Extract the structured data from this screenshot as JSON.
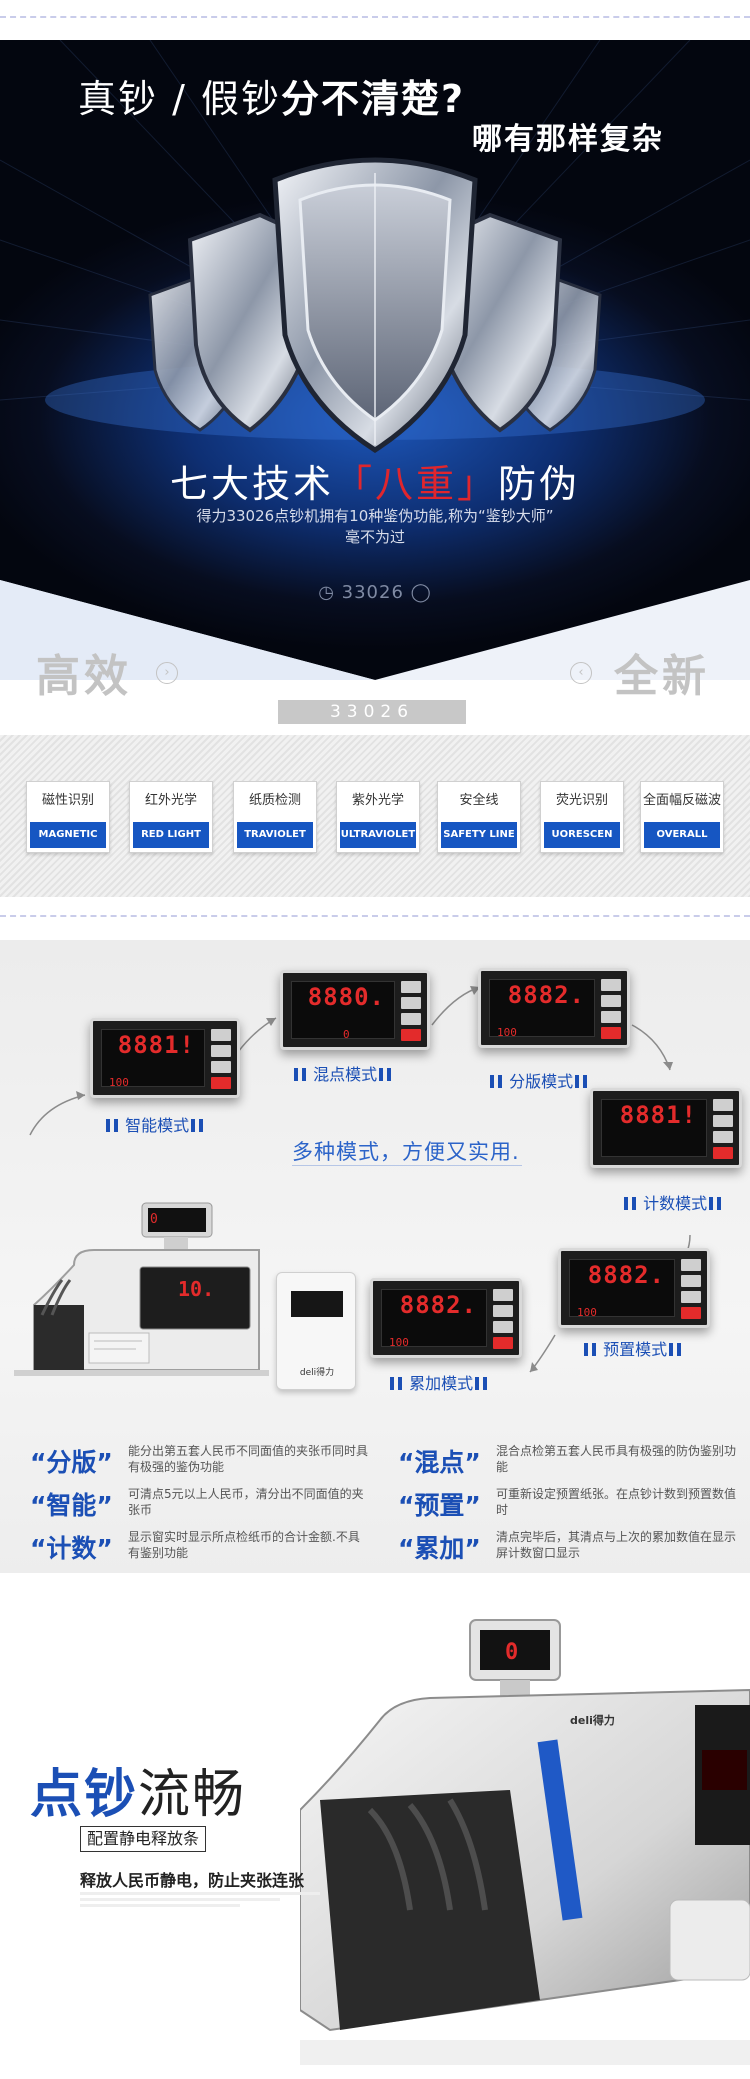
{
  "hero": {
    "title_part1": "真钞 / 假钞",
    "title_part2": "分不清楚?",
    "subtitle": "哪有那样复杂",
    "headline_pre": "七大技术",
    "headline_red": "「八重」",
    "headline_post": "防伪",
    "desc_line1": "得力33026点钞机拥有10种鉴伪功能,称为“鉴钞大师”",
    "desc_line2": "毫不为过",
    "model": "33026",
    "left_word": "高效",
    "right_word": "全新",
    "model_bar": "33026"
  },
  "features": [
    {
      "cn": "磁性识别",
      "en": "MAGNETIC"
    },
    {
      "cn": "红外光学",
      "en": "RED LIGHT"
    },
    {
      "cn": "纸质检测",
      "en": "TRAVIOLET"
    },
    {
      "cn": "紫外光学",
      "en": "ULTRAVIOLET"
    },
    {
      "cn": "安全线",
      "en": "SAFETY LINE"
    },
    {
      "cn": "荧光识别",
      "en": "UORESCEN"
    },
    {
      "cn": "全面幅反磁波",
      "en": "OVERALL"
    }
  ],
  "modes": {
    "tagline": "多种模式，方便又实用.",
    "labels": {
      "smart": "智能模式",
      "mix": "混点模式",
      "split": "分版模式",
      "count": "计数模式",
      "preset": "预置模式",
      "add": "累加模式"
    },
    "screens": {
      "smart": {
        "digits": "8881!",
        "small": "100"
      },
      "mix": {
        "digits": "8880.",
        "small": "0"
      },
      "split": {
        "digits": "8882.",
        "small": "100"
      },
      "count": {
        "digits": "8881!",
        "small": ""
      },
      "preset": {
        "digits": "8882.",
        "small": "100"
      },
      "add": {
        "digits": "8882.",
        "small": "100"
      },
      "machine": {
        "digits": "10.",
        "small": ""
      }
    },
    "brand": "deli得力",
    "descriptions": [
      {
        "key": "“分版”",
        "text": "能分出第五套人民币不同面值的夹张币同时具有极强的鉴伪功能"
      },
      {
        "key": "“混点”",
        "text": "混合点检第五套人民币具有极强的防伪鉴别功能"
      },
      {
        "key": "“智能”",
        "text": "可清点5元以上人民币，清分出不同面值的夹张币"
      },
      {
        "key": "“预置”",
        "text": "可重新设定预置纸张。在点钞计数到预置数值时"
      },
      {
        "key": "“计数”",
        "text": "显示窗实时显示所点检纸币的合计金额.不具有鉴别功能"
      },
      {
        "key": "“累加”",
        "text": "清点完毕后，其清点与上次的累加数值在显示屏计数窗口显示"
      }
    ]
  },
  "smooth": {
    "title_blue": "点钞",
    "title_dark": "流畅",
    "tag": "配置静电释放条",
    "desc": "释放人民币静电，防止夹张连张",
    "machine_brand": "deli得力",
    "machine_display": "0"
  },
  "colors": {
    "accent_blue": "#1b4fb5",
    "feature_blue": "#1656c2",
    "red_digits": "#e32b2b",
    "hero_dark": "#070d1f"
  }
}
